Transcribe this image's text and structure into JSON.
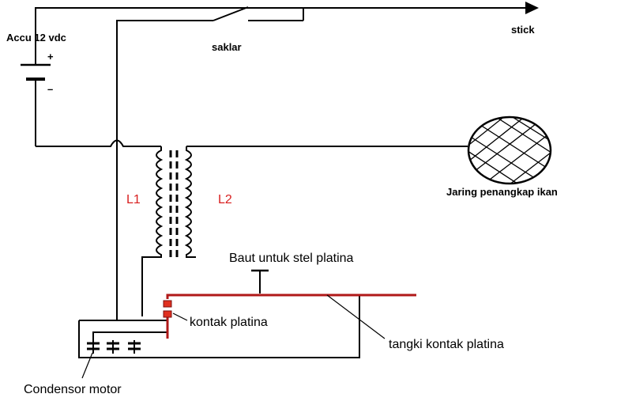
{
  "labels": {
    "battery": "Accu 12 vdc",
    "plus": "+",
    "minus": "–",
    "switch": "saklar",
    "stick": "stick",
    "net": "Jaring penangkap ikan",
    "coil_primary": "L1",
    "coil_secondary": "L2",
    "adjust_bolt": "Baut untuk stel platina",
    "contact": "kontak platina",
    "contact_arm": "tangki kontak platina",
    "condenser": "Condensor motor"
  },
  "colors": {
    "wire": "#000000",
    "contact_arm": "#b01818",
    "coil_label": "#d81e1e"
  }
}
